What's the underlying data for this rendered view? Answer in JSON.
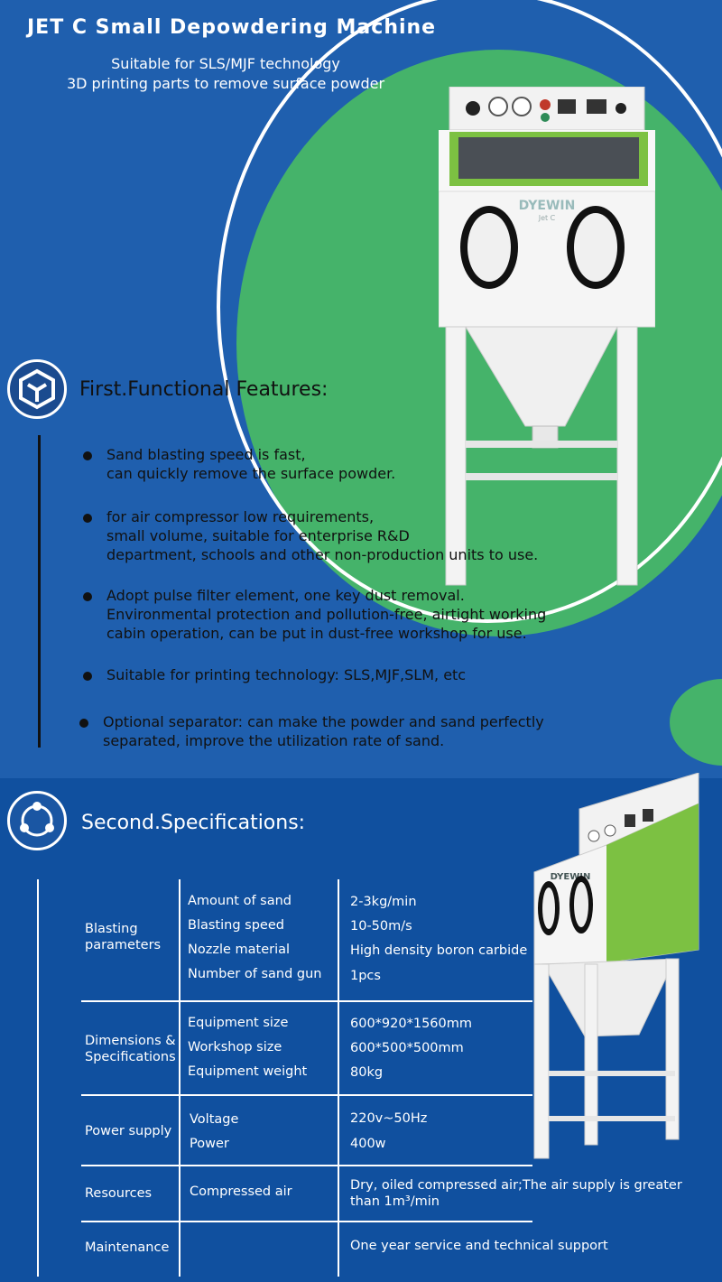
{
  "header": {
    "title": "JET C Small Depowdering Machine",
    "subtitle_line1": "Suitable for SLS/MJF technology",
    "subtitle_line2": "3D printing parts to remove surface powder"
  },
  "brand": {
    "name": "DYEWIN",
    "model": "Jet C"
  },
  "section1": {
    "title": "First.Functional Features:",
    "icon": "cube-icon",
    "features": [
      "Sand blasting speed is fast,\ncan quickly remove the surface powder.",
      "for air compressor low requirements,\nsmall volume, suitable for enterprise R&D\ndepartment, schools and other non-production units to use.",
      "Adopt pulse filter element, one key dust removal.\nEnvironmental protection and pollution-free, airtight working\ncabin operation, can be put in dust-free workshop for use.",
      "Suitable for printing technology: SLS,MJF,SLM, etc",
      "Optional separator: can make the powder and sand perfectly\nseparated, improve the utilization rate of sand."
    ]
  },
  "section2": {
    "title": "Second.Specifications:",
    "icon": "network-icon",
    "groups": [
      {
        "category": "Blasting\nparameters",
        "rows": [
          {
            "item": "Amount of sand",
            "value": "2-3kg/min"
          },
          {
            "item": "Blasting speed",
            "value": "10-50m/s"
          },
          {
            "item": "Nozzle material",
            "value": "High density boron carbide"
          },
          {
            "item": "Number of sand gun",
            "value": "1pcs"
          }
        ]
      },
      {
        "category": "Dimensions &\nSpecifications",
        "rows": [
          {
            "item": "Equipment size",
            "value": "600*920*1560mm"
          },
          {
            "item": "Workshop size",
            "value": "600*500*500mm"
          },
          {
            "item": "Equipment weight",
            "value": "80kg"
          }
        ]
      },
      {
        "category": "Power supply",
        "rows": [
          {
            "item": "Voltage",
            "value": "220v~50Hz"
          },
          {
            "item": "Power",
            "value": "400w"
          }
        ]
      },
      {
        "category": "Resources",
        "rows": [
          {
            "item": "Compressed air",
            "value": "Dry, oiled compressed air;The air supply is greater\nthan 1m³/min"
          }
        ]
      },
      {
        "category": "Maintenance",
        "rows": [
          {
            "item": "",
            "value": "One year service and technical support"
          }
        ]
      }
    ]
  },
  "colors": {
    "background": "#1f5fae",
    "accent_green": "#45b36a",
    "machine_green": "#7cc142"
  }
}
